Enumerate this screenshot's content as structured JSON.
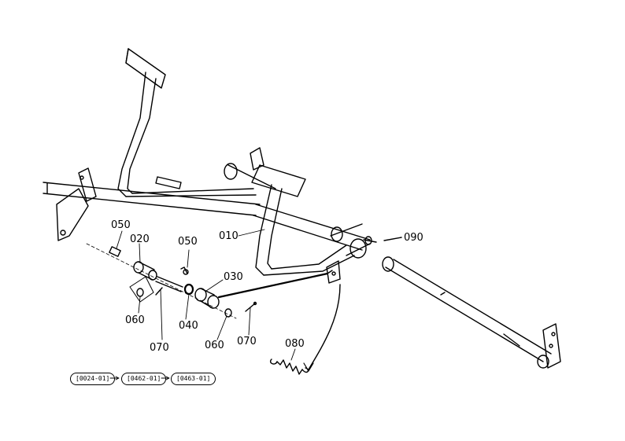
{
  "parts": {
    "p010": "010",
    "p020": "020",
    "p030": "030",
    "p040": "040",
    "p050a": "050",
    "p050b": "050",
    "p060a": "060",
    "p060b": "060",
    "p070a": "070",
    "p070b": "070",
    "p080": "080",
    "p090": "090"
  },
  "refs": {
    "r1": "[0024-01]",
    "r2": "[0462-01]",
    "r3": "[0463-01]"
  }
}
